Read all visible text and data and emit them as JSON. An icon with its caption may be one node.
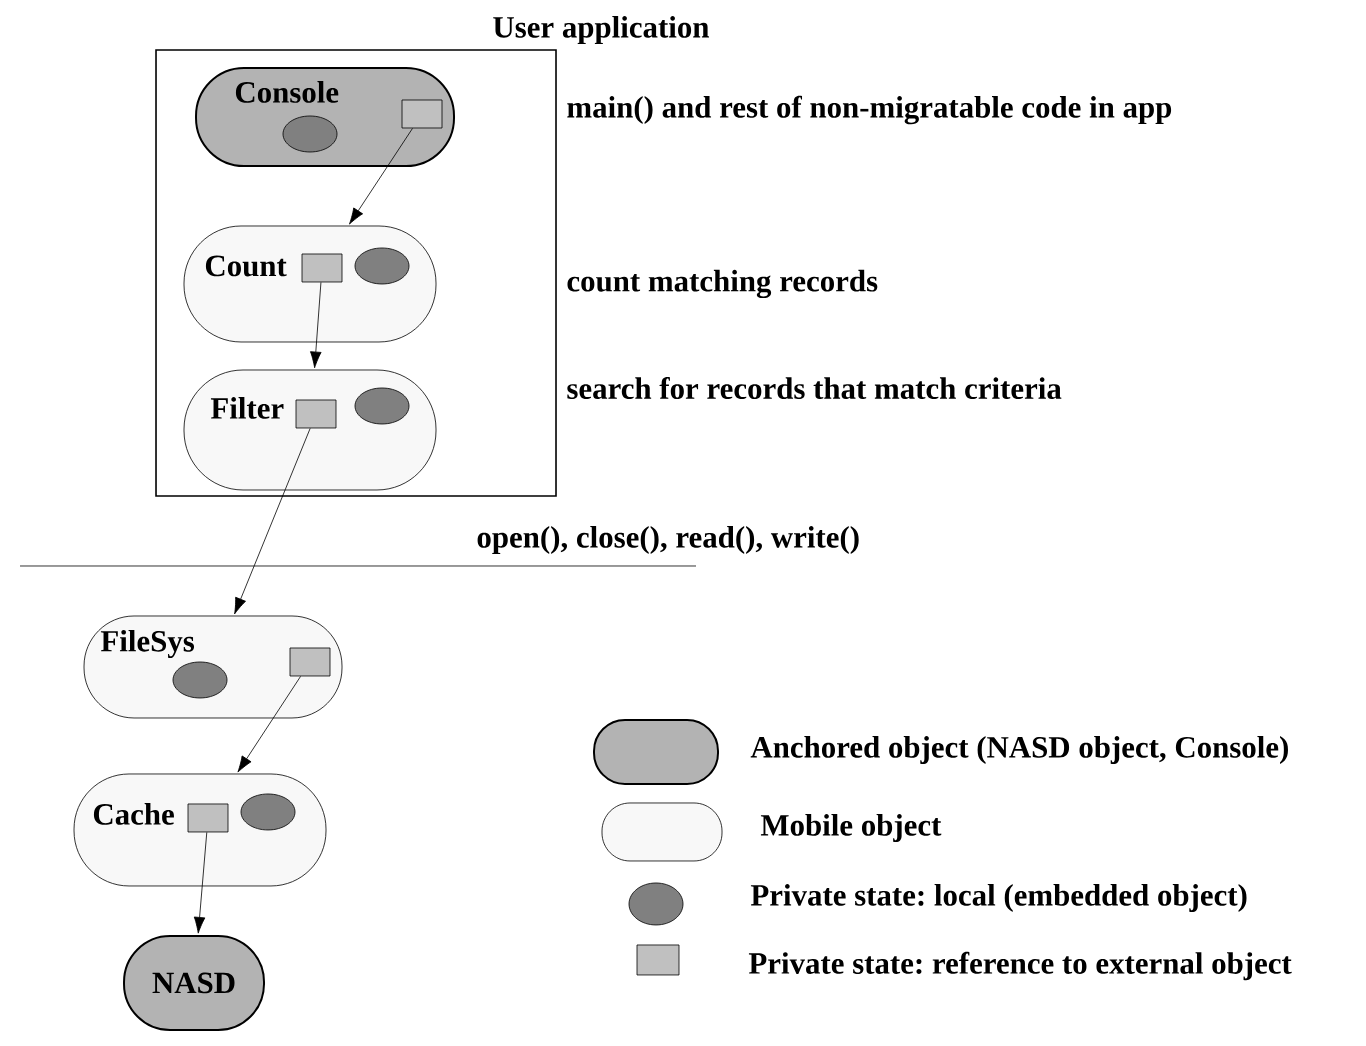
{
  "diagram": {
    "nodes": [
      {
        "text": [
          "User application"
        ]
      },
      {
        "text": [
          "Console"
        ],
        "in": 0
      },
      {
        "text": [],
        "shape": "circle",
        "in": 1
      },
      {
        "text": [],
        "shape": "box",
        "in": 1
      },
      {
        "text": [
          "Count"
        ],
        "in": 0
      },
      {
        "text": [],
        "shape": "box",
        "in": 4
      },
      {
        "text": [],
        "shape": "circle",
        "in": 4
      },
      {
        "text": [
          "Filter"
        ],
        "in": 0
      },
      {
        "text": [],
        "shape": "box",
        "in": 7
      },
      {
        "text": [],
        "shape": "circle",
        "in": 7
      },
      {
        "text": [
          "FileSys"
        ]
      },
      {
        "text": [],
        "shape": "circle",
        "in": 10
      },
      {
        "text": [],
        "shape": "box",
        "in": 10
      },
      {
        "text": [
          "Cache"
        ]
      },
      {
        "text": [],
        "shape": "box",
        "in": 13
      },
      {
        "text": [],
        "shape": "circle",
        "in": 13
      },
      {
        "text": [
          "NASD"
        ]
      }
    ],
    "edges": [
      {
        "from": 3,
        "to": 4,
        "arrow": "to"
      },
      {
        "from": 5,
        "to": 7,
        "arrow": "to"
      },
      {
        "from": 8,
        "to": 10,
        "arrow": "to"
      },
      {
        "from": 12,
        "to": 13,
        "arrow": "to"
      },
      {
        "from": 14,
        "to": 16,
        "arrow": "to"
      }
    ],
    "labels": [
      "main() and rest of non-migratable code in app",
      "count matching records",
      "search for records that match criteria",
      "open(), close(), read(), write()"
    ],
    "legend": [
      {
        "text": "Anchored object (NASD object, Console)"
      },
      {
        "text": "Mobile object"
      },
      {
        "text": "Private state: local (embedded object)"
      },
      {
        "text": "Private state: reference to external object"
      }
    ]
  }
}
